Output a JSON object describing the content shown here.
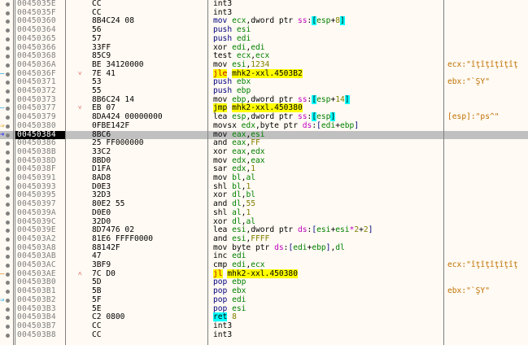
{
  "window": {
    "title": "x64dbg CPU disassembly view",
    "selected_address": "00450384"
  },
  "rows": [
    {
      "addr": "0045035E",
      "bytes": "CC",
      "dis": [
        [
          "int3",
          "p"
        ]
      ],
      "cmt": "",
      "gut": "dot"
    },
    {
      "addr": "0045035F",
      "bytes": "CC",
      "dis": [
        [
          "int3",
          "p"
        ]
      ],
      "cmt": "",
      "gut": "dot"
    },
    {
      "addr": "00450360",
      "bytes": "8B4C24 08",
      "dis": [
        [
          "mov ",
          "m"
        ],
        [
          "ecx",
          "r"
        ],
        [
          ",dword ptr ",
          "p"
        ],
        [
          "ss",
          "s"
        ],
        [
          ":",
          "p"
        ],
        [
          "[",
          "bh"
        ],
        [
          "esp",
          "r"
        ],
        [
          "+",
          "p"
        ],
        [
          "8",
          "n"
        ],
        [
          "]",
          "bh"
        ]
      ],
      "cmt": "",
      "gut": "dot"
    },
    {
      "addr": "00450364",
      "bytes": "56",
      "dis": [
        [
          "push ",
          "m"
        ],
        [
          "esi",
          "r"
        ]
      ],
      "cmt": "",
      "gut": "dot"
    },
    {
      "addr": "00450365",
      "bytes": "57",
      "dis": [
        [
          "push ",
          "m"
        ],
        [
          "edi",
          "r"
        ]
      ],
      "cmt": "",
      "gut": "dot"
    },
    {
      "addr": "00450366",
      "bytes": "33FF",
      "dis": [
        [
          "xor ",
          "p"
        ],
        [
          "edi",
          "r"
        ],
        [
          ",",
          "p"
        ],
        [
          "edi",
          "r"
        ]
      ],
      "cmt": "",
      "gut": "dot"
    },
    {
      "addr": "00450368",
      "bytes": "85C9",
      "dis": [
        [
          "test ",
          "p"
        ],
        [
          "ecx",
          "r"
        ],
        [
          ",",
          "p"
        ],
        [
          "ecx",
          "r"
        ]
      ],
      "cmt": "",
      "gut": "dot"
    },
    {
      "addr": "0045036A",
      "bytes": "BE 34120000",
      "dis": [
        [
          "mov ",
          "p"
        ],
        [
          "esi",
          "r"
        ],
        [
          ",",
          "p"
        ],
        [
          "1234",
          "n"
        ]
      ],
      "cmt": "ecx:\"îţîţîţîţîţ",
      "gut": "dot"
    },
    {
      "addr": "0045036F",
      "bytes": "7E 41",
      "dis": [
        [
          "jle",
          "jcc"
        ],
        [
          " ",
          "p"
        ],
        [
          "mhk2-xxl.4503B2",
          "jt"
        ]
      ],
      "cmt": "",
      "gut": "dot-arrow-cyan",
      "jmark": "˅",
      "jhl": true
    },
    {
      "addr": "00450371",
      "bytes": "53",
      "dis": [
        [
          "push ",
          "m"
        ],
        [
          "ebx",
          "r"
        ]
      ],
      "cmt": "ebx:\"`ŞY\"",
      "gut": "dot"
    },
    {
      "addr": "00450372",
      "bytes": "55",
      "dis": [
        [
          "push ",
          "m"
        ],
        [
          "ebp",
          "r"
        ]
      ],
      "cmt": "",
      "gut": "dot"
    },
    {
      "addr": "00450373",
      "bytes": "8B6C24 14",
      "dis": [
        [
          "mov ",
          "p"
        ],
        [
          "ebp",
          "r"
        ],
        [
          ",dword ptr ",
          "p"
        ],
        [
          "ss",
          "s"
        ],
        [
          ":",
          "p"
        ],
        [
          "[",
          "bh"
        ],
        [
          "esp",
          "r"
        ],
        [
          "+",
          "p"
        ],
        [
          "14",
          "n"
        ],
        [
          "]",
          "bh"
        ]
      ],
      "cmt": "",
      "gut": "dot"
    },
    {
      "addr": "00450377",
      "bytes": "EB 07",
      "dis": [
        [
          "jmp",
          "jt"
        ],
        [
          " ",
          "p"
        ],
        [
          "mhk2-xxl.450380",
          "jt"
        ]
      ],
      "cmt": "",
      "gut": "dot-arrow-cyan",
      "jmark": "˅",
      "jhl": true
    },
    {
      "addr": "00450379",
      "bytes": "8DA424 00000000",
      "dis": [
        [
          "lea ",
          "p"
        ],
        [
          "esp",
          "r"
        ],
        [
          ",dword ptr ",
          "p"
        ],
        [
          "ss",
          "s"
        ],
        [
          ":",
          "p"
        ],
        [
          "[",
          "bh"
        ],
        [
          "esp",
          "r"
        ],
        [
          "]",
          "bh"
        ]
      ],
      "cmt": "[esp]:\"ps^\"",
      "gut": "dot"
    },
    {
      "addr": "00450380",
      "bytes": "0FBE142F",
      "dis": [
        [
          "movsx ",
          "p"
        ],
        [
          "edx",
          "r"
        ],
        [
          ",byte ptr ",
          "p"
        ],
        [
          "ds",
          "s"
        ],
        [
          ":",
          "p"
        ],
        [
          "[",
          "b"
        ],
        [
          "edi",
          "r"
        ],
        [
          "+",
          "p"
        ],
        [
          "ebp",
          "r"
        ],
        [
          "]",
          "b"
        ]
      ],
      "cmt": "",
      "gut": "dot-target"
    },
    {
      "addr": "00450384",
      "bytes": "8BC6",
      "dis": [
        [
          "mov ",
          "p"
        ],
        [
          "eax",
          "r"
        ],
        [
          ",",
          "p"
        ],
        [
          "esi",
          "r"
        ]
      ],
      "cmt": "",
      "gut": "dot-eip",
      "sel": true
    },
    {
      "addr": "00450386",
      "bytes": "25 FF000000",
      "dis": [
        [
          "and ",
          "p"
        ],
        [
          "eax",
          "r"
        ],
        [
          ",",
          "p"
        ],
        [
          "FF",
          "n"
        ]
      ],
      "cmt": "",
      "gut": "dot"
    },
    {
      "addr": "0045038B",
      "bytes": "33C2",
      "dis": [
        [
          "xor ",
          "p"
        ],
        [
          "eax",
          "r"
        ],
        [
          ",",
          "p"
        ],
        [
          "edx",
          "r"
        ]
      ],
      "cmt": "",
      "gut": "dot"
    },
    {
      "addr": "0045038D",
      "bytes": "8BD0",
      "dis": [
        [
          "mov ",
          "p"
        ],
        [
          "edx",
          "r"
        ],
        [
          ",",
          "p"
        ],
        [
          "eax",
          "r"
        ]
      ],
      "cmt": "",
      "gut": "dot"
    },
    {
      "addr": "0045038F",
      "bytes": "D1FA",
      "dis": [
        [
          "sar ",
          "p"
        ],
        [
          "edx",
          "r"
        ],
        [
          ",",
          "p"
        ],
        [
          "1",
          "n"
        ]
      ],
      "cmt": "",
      "gut": "dot"
    },
    {
      "addr": "00450391",
      "bytes": "8AD8",
      "dis": [
        [
          "mov ",
          "p"
        ],
        [
          "bl",
          "r"
        ],
        [
          ",",
          "p"
        ],
        [
          "al",
          "r"
        ]
      ],
      "cmt": "",
      "gut": "dot"
    },
    {
      "addr": "00450393",
      "bytes": "D0E3",
      "dis": [
        [
          "shl ",
          "p"
        ],
        [
          "bl",
          "r"
        ],
        [
          ",",
          "p"
        ],
        [
          "1",
          "n"
        ]
      ],
      "cmt": "",
      "gut": "dot"
    },
    {
      "addr": "00450395",
      "bytes": "32D3",
      "dis": [
        [
          "xor ",
          "p"
        ],
        [
          "dl",
          "r"
        ],
        [
          ",",
          "p"
        ],
        [
          "bl",
          "r"
        ]
      ],
      "cmt": "",
      "gut": "dot"
    },
    {
      "addr": "00450397",
      "bytes": "80E2 55",
      "dis": [
        [
          "and ",
          "p"
        ],
        [
          "dl",
          "r"
        ],
        [
          ",",
          "p"
        ],
        [
          "55",
          "n"
        ]
      ],
      "cmt": "",
      "gut": "dot"
    },
    {
      "addr": "0045039A",
      "bytes": "D0E0",
      "dis": [
        [
          "shl ",
          "p"
        ],
        [
          "al",
          "r"
        ],
        [
          ",",
          "p"
        ],
        [
          "1",
          "n"
        ]
      ],
      "cmt": "",
      "gut": "dot"
    },
    {
      "addr": "0045039C",
      "bytes": "32D0",
      "dis": [
        [
          "xor ",
          "p"
        ],
        [
          "dl",
          "r"
        ],
        [
          ",",
          "p"
        ],
        [
          "al",
          "r"
        ]
      ],
      "cmt": "",
      "gut": "dot"
    },
    {
      "addr": "0045039E",
      "bytes": "8D7476 02",
      "dis": [
        [
          "lea ",
          "p"
        ],
        [
          "esi",
          "r"
        ],
        [
          ",dword ptr ",
          "p"
        ],
        [
          "ds",
          "s"
        ],
        [
          ":",
          "p"
        ],
        [
          "[",
          "b"
        ],
        [
          "esi",
          "r"
        ],
        [
          "+",
          "p"
        ],
        [
          "esi",
          "r"
        ],
        [
          "*",
          "s"
        ],
        [
          "2",
          "n"
        ],
        [
          "+",
          "p"
        ],
        [
          "2",
          "n"
        ],
        [
          "]",
          "b"
        ]
      ],
      "cmt": "",
      "gut": "dot"
    },
    {
      "addr": "004503A2",
      "bytes": "81E6 FFFF0000",
      "dis": [
        [
          "and ",
          "p"
        ],
        [
          "esi",
          "r"
        ],
        [
          ",",
          "p"
        ],
        [
          "FFFF",
          "n"
        ]
      ],
      "cmt": "",
      "gut": "dot"
    },
    {
      "addr": "004503A8",
      "bytes": "88142F",
      "dis": [
        [
          "mov ",
          "p"
        ],
        [
          "byte ptr ",
          "p"
        ],
        [
          "ds",
          "s"
        ],
        [
          ":",
          "p"
        ],
        [
          "[",
          "b"
        ],
        [
          "edi",
          "r"
        ],
        [
          "+",
          "p"
        ],
        [
          "ebp",
          "r"
        ],
        [
          "]",
          "b"
        ],
        [
          ",",
          "p"
        ],
        [
          "dl",
          "r"
        ]
      ],
      "cmt": "",
      "gut": "dot"
    },
    {
      "addr": "004503AB",
      "bytes": "47",
      "dis": [
        [
          "inc ",
          "p"
        ],
        [
          "edi",
          "r"
        ]
      ],
      "cmt": "",
      "gut": "dot"
    },
    {
      "addr": "004503AC",
      "bytes": "3BF9",
      "dis": [
        [
          "cmp ",
          "p"
        ],
        [
          "edi",
          "r"
        ],
        [
          ",",
          "p"
        ],
        [
          "ecx",
          "r"
        ]
      ],
      "cmt": "ecx:\"îţîţîţîţîţ",
      "gut": "dot"
    },
    {
      "addr": "004503AE",
      "bytes": "7C D0",
      "dis": [
        [
          "jl",
          "jcc"
        ],
        [
          " ",
          "p"
        ],
        [
          "mhk2-xxl.450380",
          "jt"
        ]
      ],
      "cmt": "",
      "gut": "dot-arrow-orange",
      "jmark": "˄",
      "jhl": true
    },
    {
      "addr": "004503B0",
      "bytes": "5D",
      "dis": [
        [
          "pop ",
          "m"
        ],
        [
          "ebp",
          "r"
        ]
      ],
      "cmt": "",
      "gut": "dot"
    },
    {
      "addr": "004503B1",
      "bytes": "5B",
      "dis": [
        [
          "pop ",
          "m"
        ],
        [
          "ebx",
          "r"
        ]
      ],
      "cmt": "ebx:\"`ŞY\"",
      "gut": "dot"
    },
    {
      "addr": "004503B2",
      "bytes": "5F",
      "dis": [
        [
          "pop ",
          "m"
        ],
        [
          "edi",
          "r"
        ]
      ],
      "cmt": "",
      "gut": "dot-target-cyan"
    },
    {
      "addr": "004503B3",
      "bytes": "5E",
      "dis": [
        [
          "pop ",
          "m"
        ],
        [
          "esi",
          "r"
        ]
      ],
      "cmt": "",
      "gut": "dot"
    },
    {
      "addr": "004503B4",
      "bytes": "C2 0800",
      "dis": [
        [
          "ret",
          "ret"
        ],
        [
          " ",
          "p"
        ],
        [
          "8",
          "n"
        ]
      ],
      "cmt": "",
      "gut": "dot"
    },
    {
      "addr": "004503B7",
      "bytes": "CC",
      "dis": [
        [
          "int3",
          "p"
        ]
      ],
      "cmt": "",
      "gut": "dot"
    },
    {
      "addr": "004503B8",
      "bytes": "CC",
      "dis": [
        [
          "int3",
          "p"
        ]
      ],
      "cmt": "",
      "gut": "dot"
    }
  ],
  "colors": {
    "background": "#fffaf3",
    "selection": "#c0c0c0",
    "jump_highlight": "#ffff00",
    "bracket_highlight": "#00ffff",
    "register": "#008000",
    "number": "#808000",
    "segment": "#c000c0",
    "stack_mnemonic": "#000080",
    "comment": "#c07000"
  }
}
